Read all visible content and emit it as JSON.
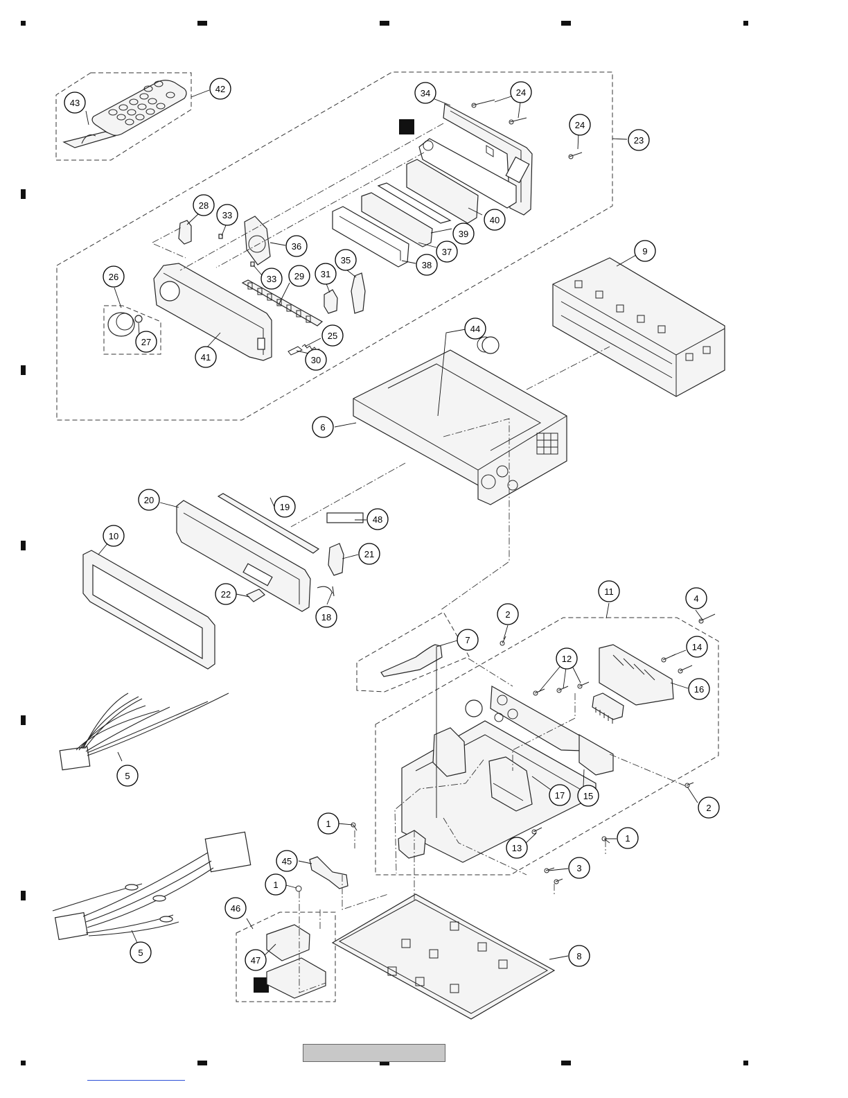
{
  "page": {
    "title": "",
    "footer_label": ""
  },
  "colors": {
    "line": "#222222",
    "marker": "#111111",
    "footer_bar": "#c8c8c8",
    "link": "#2a4fd6"
  },
  "callouts": [
    {
      "id": "c43",
      "label": "43"
    },
    {
      "id": "c42",
      "label": "42"
    },
    {
      "id": "c34",
      "label": "34"
    },
    {
      "id": "c24a",
      "label": "24"
    },
    {
      "id": "c24b",
      "label": "24"
    },
    {
      "id": "c23",
      "label": "23"
    },
    {
      "id": "c28",
      "label": "28"
    },
    {
      "id": "c33a",
      "label": "33"
    },
    {
      "id": "c36",
      "label": "36"
    },
    {
      "id": "c33b",
      "label": "33"
    },
    {
      "id": "c29",
      "label": "29"
    },
    {
      "id": "c31",
      "label": "31"
    },
    {
      "id": "c35",
      "label": "35"
    },
    {
      "id": "c26",
      "label": "26"
    },
    {
      "id": "c27",
      "label": "27"
    },
    {
      "id": "c41",
      "label": "41"
    },
    {
      "id": "c25",
      "label": "25"
    },
    {
      "id": "c30",
      "label": "30"
    },
    {
      "id": "c40",
      "label": "40"
    },
    {
      "id": "c39",
      "label": "39"
    },
    {
      "id": "c37",
      "label": "37"
    },
    {
      "id": "c38",
      "label": "38"
    },
    {
      "id": "c9",
      "label": "9"
    },
    {
      "id": "c44",
      "label": "44"
    },
    {
      "id": "c6",
      "label": "6"
    },
    {
      "id": "c20",
      "label": "20"
    },
    {
      "id": "c19",
      "label": "19"
    },
    {
      "id": "c48",
      "label": "48"
    },
    {
      "id": "c10",
      "label": "10"
    },
    {
      "id": "c21",
      "label": "21"
    },
    {
      "id": "c22",
      "label": "22"
    },
    {
      "id": "c18",
      "label": "18"
    },
    {
      "id": "c11",
      "label": "11"
    },
    {
      "id": "c4",
      "label": "4"
    },
    {
      "id": "c2a",
      "label": "2"
    },
    {
      "id": "c7",
      "label": "7"
    },
    {
      "id": "c12",
      "label": "12"
    },
    {
      "id": "c14",
      "label": "14"
    },
    {
      "id": "c16",
      "label": "16"
    },
    {
      "id": "c5a",
      "label": "5"
    },
    {
      "id": "c17",
      "label": "17"
    },
    {
      "id": "c15",
      "label": "15"
    },
    {
      "id": "c2b",
      "label": "2"
    },
    {
      "id": "c1a",
      "label": "1"
    },
    {
      "id": "c1b",
      "label": "1"
    },
    {
      "id": "c13",
      "label": "13"
    },
    {
      "id": "c3",
      "label": "3"
    },
    {
      "id": "c45",
      "label": "45"
    },
    {
      "id": "c1c",
      "label": "1"
    },
    {
      "id": "c46",
      "label": "46"
    },
    {
      "id": "c47",
      "label": "47"
    },
    {
      "id": "c8",
      "label": "8"
    },
    {
      "id": "c5b",
      "label": "5"
    }
  ]
}
